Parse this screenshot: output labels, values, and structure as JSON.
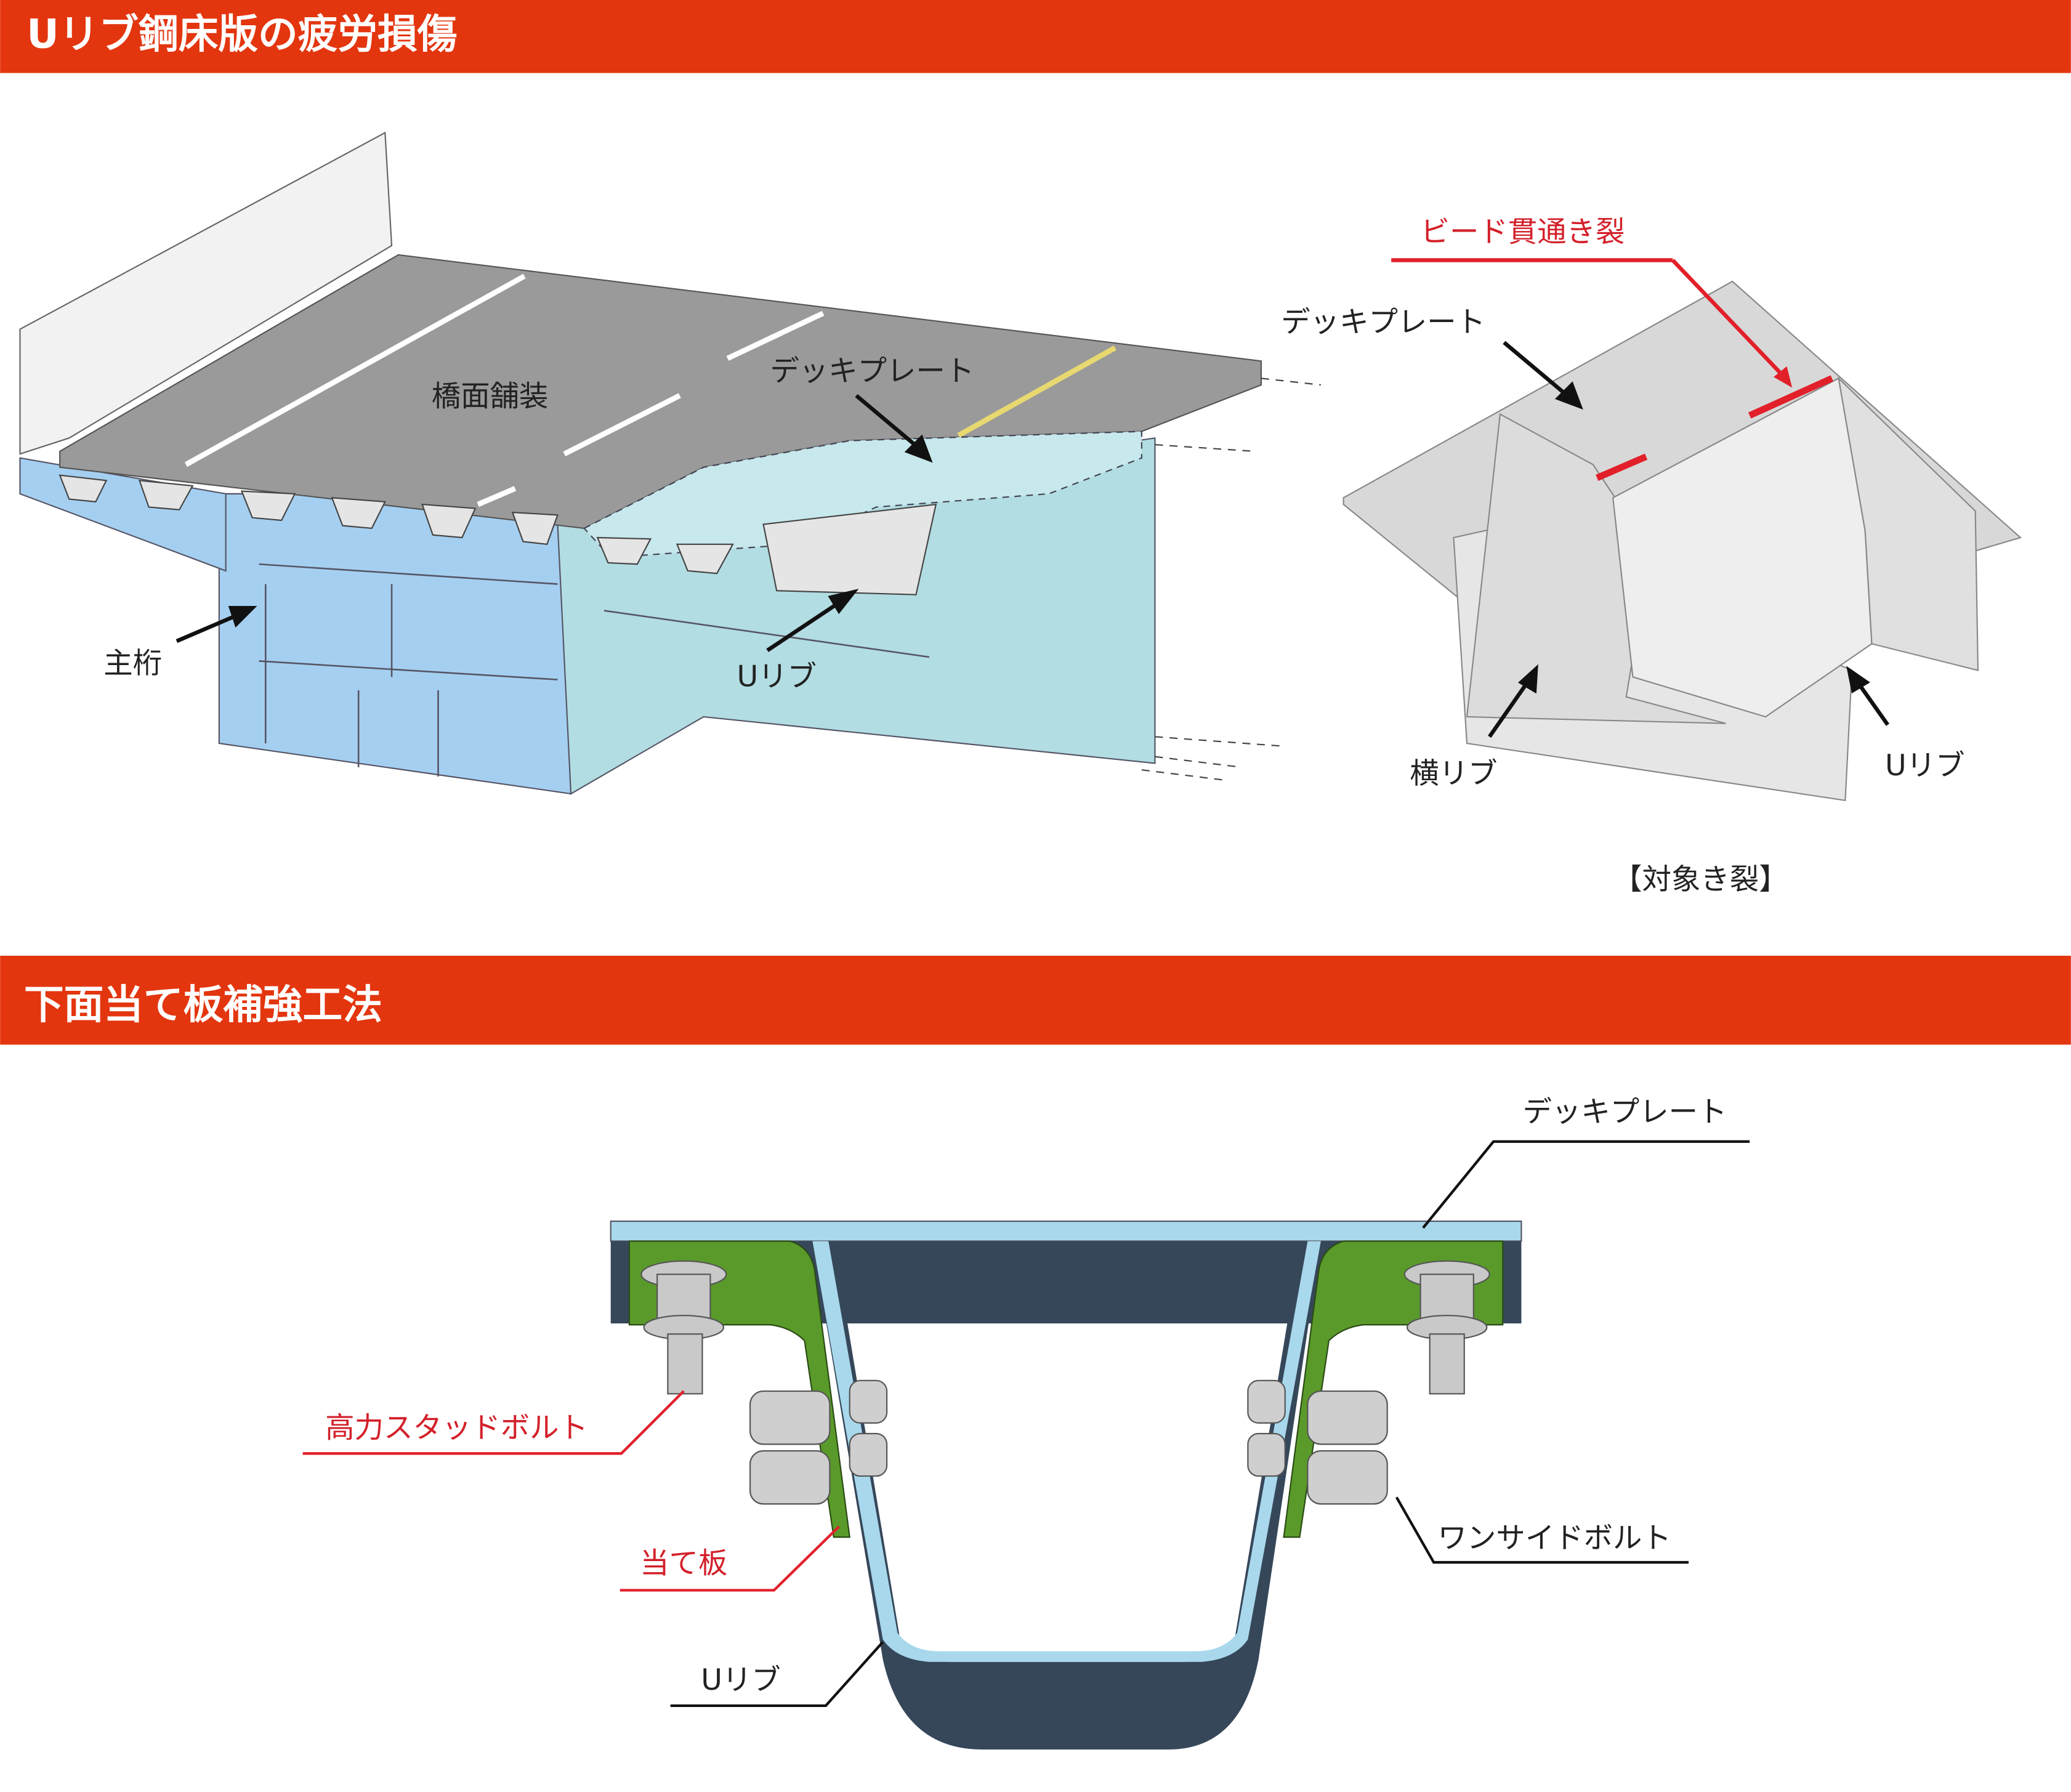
{
  "section1": {
    "title": "Uリブ鋼床版の疲労損傷",
    "bridge_labels": {
      "pavement": "橋面舗装",
      "deck_plate": "デッキプレート",
      "main_girder": "主桁",
      "u_rib": "Uリブ"
    },
    "detail_labels": {
      "crack": "ビード貫通き裂",
      "deck_plate": "デッキプレート",
      "cross_rib": "横リブ",
      "u_rib": "Uリブ",
      "caption": "【対象き裂】"
    }
  },
  "section2": {
    "title": "下面当て板補強工法",
    "labels": {
      "deck_plate": "デッキプレート",
      "stud_bolt": "高力スタッドボルト",
      "patch_plate": "当て板",
      "u_rib": "Uリブ",
      "one_side_bolt": "ワンサイドボルト"
    }
  },
  "colors": {
    "header": "#e3360f",
    "crack": "#e2202a",
    "girder_blue": "#a5cff0",
    "girder_cyan": "#b2dde2",
    "patch_green": "#5a9a2a",
    "steel_dark": "#354556"
  }
}
